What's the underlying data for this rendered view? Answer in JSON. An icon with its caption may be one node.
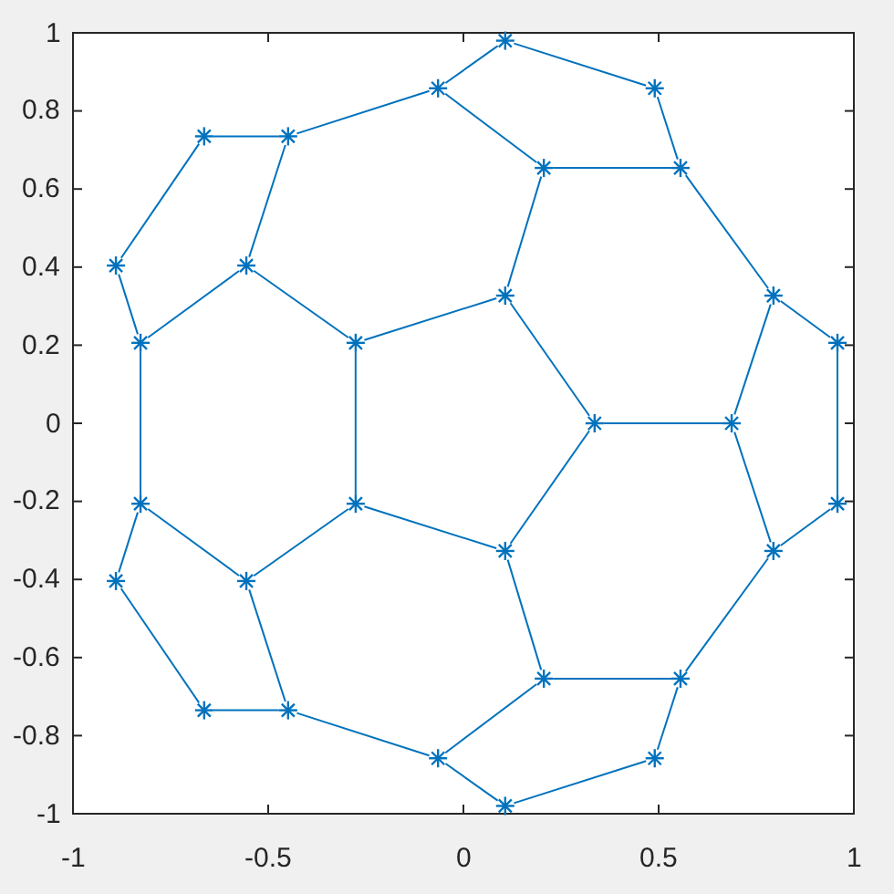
{
  "diagram": {
    "nodes": [
      {
        "text": [],
        "shape": "star"
      },
      {
        "text": [],
        "shape": "star"
      },
      {
        "text": [],
        "shape": "star"
      },
      {
        "text": [],
        "shape": "star"
      },
      {
        "text": [],
        "shape": "star"
      },
      {
        "text": [],
        "shape": "star"
      },
      {
        "text": [],
        "shape": "star"
      },
      {
        "text": [],
        "shape": "star"
      },
      {
        "text": [],
        "shape": "star"
      },
      {
        "text": [],
        "shape": "star"
      },
      {
        "text": [],
        "shape": "star"
      },
      {
        "text": [],
        "shape": "star"
      },
      {
        "text": [],
        "shape": "star"
      },
      {
        "text": [],
        "shape": "star"
      },
      {
        "text": [],
        "shape": "star"
      },
      {
        "text": [],
        "shape": "star"
      },
      {
        "text": [],
        "shape": "star"
      },
      {
        "text": [],
        "shape": "star"
      },
      {
        "text": [],
        "shape": "star"
      },
      {
        "text": [],
        "shape": "star"
      },
      {
        "text": [],
        "shape": "star"
      },
      {
        "text": [],
        "shape": "star"
      },
      {
        "text": [],
        "shape": "star"
      },
      {
        "text": [],
        "shape": "star"
      },
      {
        "text": [],
        "shape": "star"
      },
      {
        "text": [],
        "shape": "star"
      },
      {
        "text": [],
        "shape": "star"
      },
      {
        "text": [],
        "shape": "star"
      },
      {
        "text": [],
        "shape": "star"
      },
      {
        "text": [],
        "shape": "star"
      }
    ],
    "edges": [
      {
        "from": 1,
        "to": 0,
        "arrow": "none"
      },
      {
        "from": 0,
        "to": 2,
        "arrow": "none"
      },
      {
        "from": 2,
        "to": 6,
        "arrow": "none"
      },
      {
        "from": 6,
        "to": 5,
        "arrow": "none"
      },
      {
        "from": 5,
        "to": 1,
        "arrow": "none"
      },
      {
        "from": 1,
        "to": 4,
        "arrow": "none"
      },
      {
        "from": 4,
        "to": 3,
        "arrow": "none"
      },
      {
        "from": 3,
        "to": 7,
        "arrow": "none"
      },
      {
        "from": 7,
        "to": 11,
        "arrow": "none"
      },
      {
        "from": 11,
        "to": 8,
        "arrow": "none"
      },
      {
        "from": 8,
        "to": 4,
        "arrow": "none"
      },
      {
        "from": 8,
        "to": 12,
        "arrow": "none"
      },
      {
        "from": 12,
        "to": 9,
        "arrow": "none"
      },
      {
        "from": 9,
        "to": 5,
        "arrow": "none"
      },
      {
        "from": 9,
        "to": 14,
        "arrow": "none"
      },
      {
        "from": 10,
        "to": 6,
        "arrow": "none"
      },
      {
        "from": 10,
        "to": 13,
        "arrow": "none"
      },
      {
        "from": 15,
        "to": 10,
        "arrow": "none"
      },
      {
        "from": 27,
        "to": 29,
        "arrow": "none"
      },
      {
        "from": 29,
        "to": 28,
        "arrow": "none"
      },
      {
        "from": 28,
        "to": 24,
        "arrow": "none"
      },
      {
        "from": 24,
        "to": 23,
        "arrow": "none"
      },
      {
        "from": 23,
        "to": 27,
        "arrow": "none"
      },
      {
        "from": 27,
        "to": 26,
        "arrow": "none"
      },
      {
        "from": 26,
        "to": 25,
        "arrow": "none"
      },
      {
        "from": 25,
        "to": 21,
        "arrow": "none"
      },
      {
        "from": 21,
        "to": 16,
        "arrow": "none"
      },
      {
        "from": 16,
        "to": 22,
        "arrow": "none"
      },
      {
        "from": 22,
        "to": 26,
        "arrow": "none"
      },
      {
        "from": 22,
        "to": 17,
        "arrow": "none"
      },
      {
        "from": 17,
        "to": 19,
        "arrow": "none"
      },
      {
        "from": 19,
        "to": 23,
        "arrow": "none"
      },
      {
        "from": 19,
        "to": 14,
        "arrow": "none"
      },
      {
        "from": 20,
        "to": 24,
        "arrow": "none"
      },
      {
        "from": 20,
        "to": 18,
        "arrow": "none"
      },
      {
        "from": 15,
        "to": 20,
        "arrow": "none"
      },
      {
        "from": 14,
        "to": 15,
        "arrow": "none"
      },
      {
        "from": 13,
        "to": 18,
        "arrow": "none"
      },
      {
        "from": 11,
        "to": 16,
        "arrow": "none"
      },
      {
        "from": 12,
        "to": 17,
        "arrow": "none"
      }
    ],
    "labels": [
      "1",
      "0.8",
      "0.6",
      "0.4",
      "0.2",
      "0",
      "-0.2",
      "-0.4",
      "-0.6",
      "-0.8",
      "-1",
      "-1",
      "-0.5",
      "0",
      "0.5",
      "1"
    ]
  }
}
